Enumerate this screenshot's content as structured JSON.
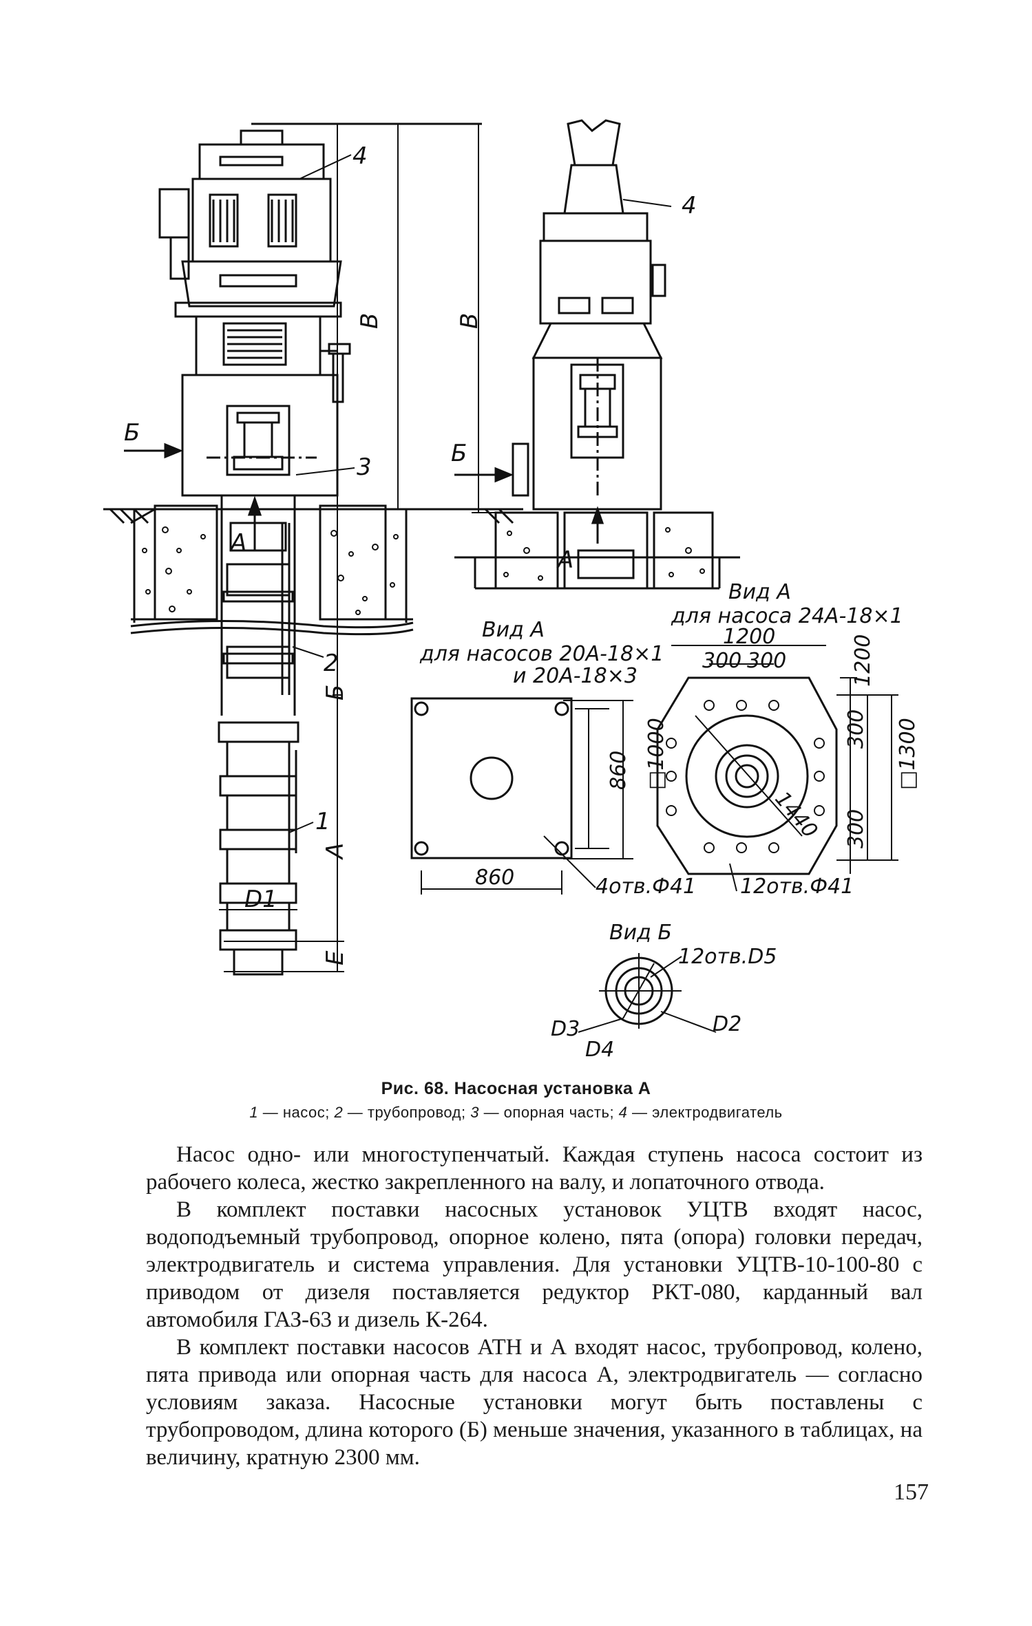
{
  "figure": {
    "labels": {
      "part_4": "4",
      "part_3": "3",
      "part_2": "2",
      "part_1": "1",
      "dim_B": "В",
      "dim_B_right": "В",
      "dim_Bsmall": "Б",
      "dim_A": "А",
      "dim_E": "Е",
      "dim_D1": "D1",
      "arrow_B_left": "Б",
      "arrow_B_right": "Б",
      "arrow_A_left": "А",
      "arrow_A_right": "А"
    },
    "view_a_left": {
      "title": "Вид А",
      "subtitle_1": "для насосов 20А-18×1",
      "subtitle_2": "и 20А-18×3",
      "dim_width": "860",
      "dim_height": "860",
      "dim_square": "□1000",
      "holes": "4отв.Ф41"
    },
    "view_a_right": {
      "title": "Вид А",
      "subtitle": "для насоса 24А-18×1",
      "dim_top": "1200",
      "dim_300_a": "300",
      "dim_300_b": "300",
      "dim_side_1200": "1200",
      "dim_side_300_a": "300",
      "dim_side_300_b": "300",
      "dim_square": "□1300",
      "dim_diag": "1440",
      "holes": "12отв.Ф41"
    },
    "view_b": {
      "title": "Вид Б",
      "holes": "12отв.D5",
      "d2": "D2",
      "d3": "D3",
      "d4": "D4"
    }
  },
  "caption": {
    "title": "Рис. 68. Насосная установка А",
    "legend": [
      {
        "num": "1",
        "text": " — насос; "
      },
      {
        "num": "2",
        "text": " — трубопровод; "
      },
      {
        "num": "3",
        "text": " — опорная часть; "
      },
      {
        "num": "4",
        "text": " — электродвигатель"
      }
    ]
  },
  "body": {
    "p1": "Насос одно- или многоступенчатый. Каждая ступень насоса состоит из рабочего колеса, жестко закрепленного на валу, и лопаточного отвода.",
    "p2": "В комплект поставки насосных установок УЦТВ входят насос, водоподъемный трубопровод, опорное колено, пята (опора) головки передач, электродвигатель и система управления. Для установки УЦТВ-10-100-80 с приводом от дизеля поставляется редуктор РКТ-080, карданный вал автомобиля ГАЗ-63 и дизель К-264.",
    "p3": "В комплект поставки насосов АТН и А входят насос, трубопровод, колено, пята привода или опорная часть для насоса А, электродвигатель — согласно условиям заказа. Насосные установки могут быть поставлены с трубопроводом, длина которого (Б) меньше значения, указанного в таблицах, на величину, кратную 2300 мм."
  },
  "page_number": "157"
}
